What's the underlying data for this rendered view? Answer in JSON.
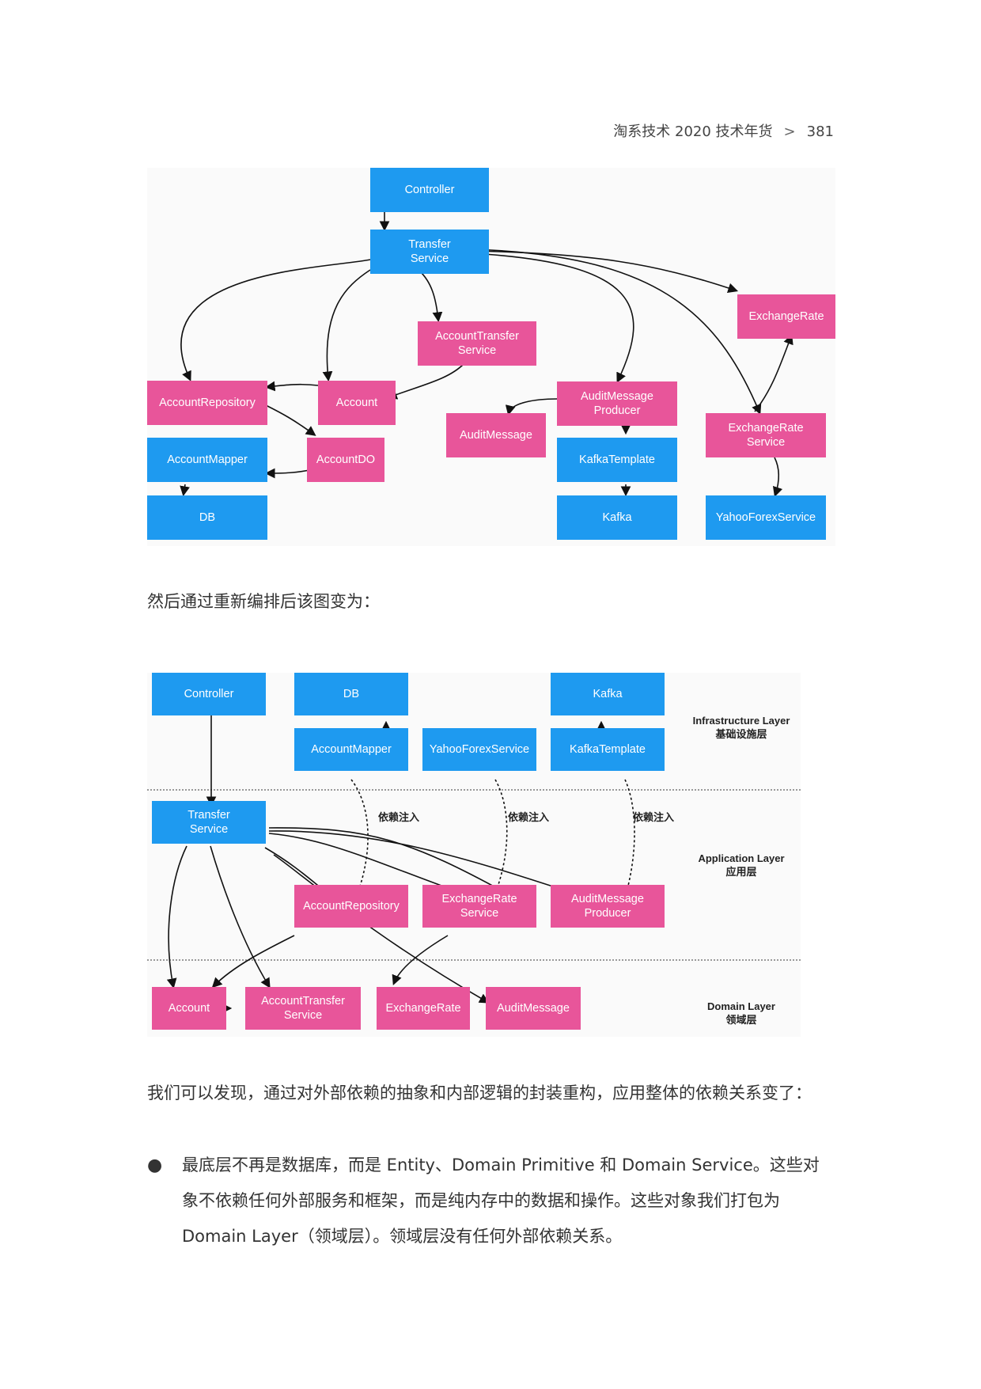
{
  "header": {
    "title": "淘系技术 2020 技术年货",
    "separator": ">",
    "page_number": "381"
  },
  "diagram1": {
    "nodes": {
      "controller": "Controller",
      "transfer_service": "Transfer\nService",
      "exchange_rate": "ExchangeRate",
      "account_transfer_service": "AccountTransfer\nService",
      "account_repository": "AccountRepository",
      "account": "Account",
      "audit_message_producer": "AuditMessage\nProducer",
      "audit_message": "AuditMessage",
      "exchange_rate_service": "ExchangeRate\nService",
      "account_mapper": "AccountMapper",
      "account_do": "AccountDO",
      "kafka_template": "KafkaTemplate",
      "db": "DB",
      "kafka": "Kafka",
      "yahoo_forex_service": "YahooForexService"
    }
  },
  "text1": "然后通过重新编排后该图变为：",
  "diagram2": {
    "nodes": {
      "controller": "Controller",
      "db": "DB",
      "kafka": "Kafka",
      "account_mapper": "AccountMapper",
      "yahoo_forex_service": "YahooForexService",
      "kafka_template": "KafkaTemplate",
      "transfer_service": "Transfer\nService",
      "account_repository": "AccountRepository",
      "exchange_rate_service": "ExchangeRate\nService",
      "audit_message_producer": "AuditMessage\nProducer",
      "account": "Account",
      "account_transfer_service": "AccountTransfer\nService",
      "exchange_rate": "ExchangeRate",
      "audit_message": "AuditMessage"
    },
    "inject_label": "依赖注入",
    "layers": {
      "infrastructure": {
        "en": "Infrastructure Layer",
        "zh": "基础设施层"
      },
      "application": {
        "en": "Application Layer",
        "zh": "应用层"
      },
      "domain": {
        "en": "Domain Layer",
        "zh": "领域层"
      }
    }
  },
  "text2": "我们可以发现，通过对外部依赖的抽象和内部逻辑的封装重构，应用整体的依赖关系变了：",
  "bullet": {
    "marker": "●",
    "text": "最底层不再是数据库，而是 Entity、Domain Primitive 和 Domain Service。这些对象不依赖任何外部服务和框架，而是纯内存中的数据和操作。这些对象我们打包为 Domain Layer（领域层）。领域层没有任何外部依赖关系。"
  },
  "colors": {
    "infrastructure_blue": "#1e9af0",
    "domain_pink": "#e8559a"
  }
}
